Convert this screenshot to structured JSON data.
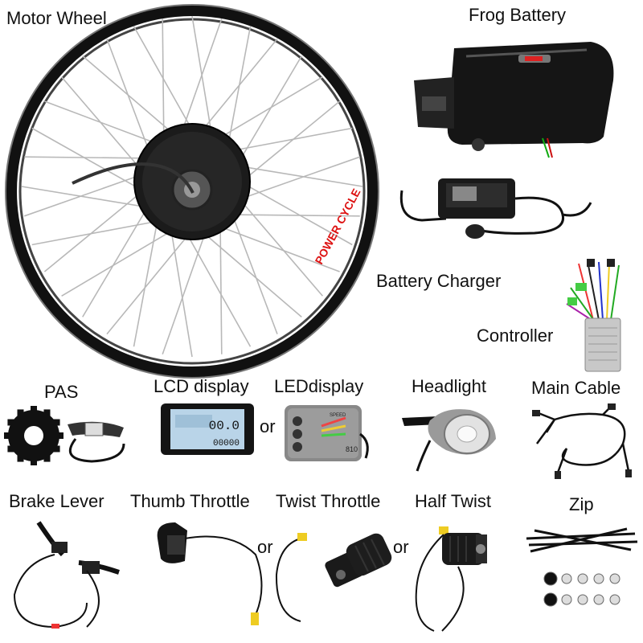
{
  "labels": {
    "motor_wheel": "Motor Wheel",
    "frog_battery": "Frog Battery",
    "battery_charger": "Battery Charger",
    "controller": "Controller",
    "pas": "PAS",
    "lcd_display": "LCD display",
    "led_display": "LEDdisplay",
    "headlight": "Headlight",
    "main_cable": "Main Cable",
    "brake_lever": "Brake Lever",
    "thumb_throttle": "Thumb Throttle",
    "twist_throttle": "Twist Throttle",
    "half_twist": "Half Twist",
    "zip": "Zip"
  },
  "connectors": {
    "or": "or"
  },
  "product_text": {
    "rim_brand": "POWER CYCLE",
    "lcd_speed": "00.0",
    "lcd_odo": "00000",
    "led_model": "810",
    "led_brand": "SPEED"
  }
}
